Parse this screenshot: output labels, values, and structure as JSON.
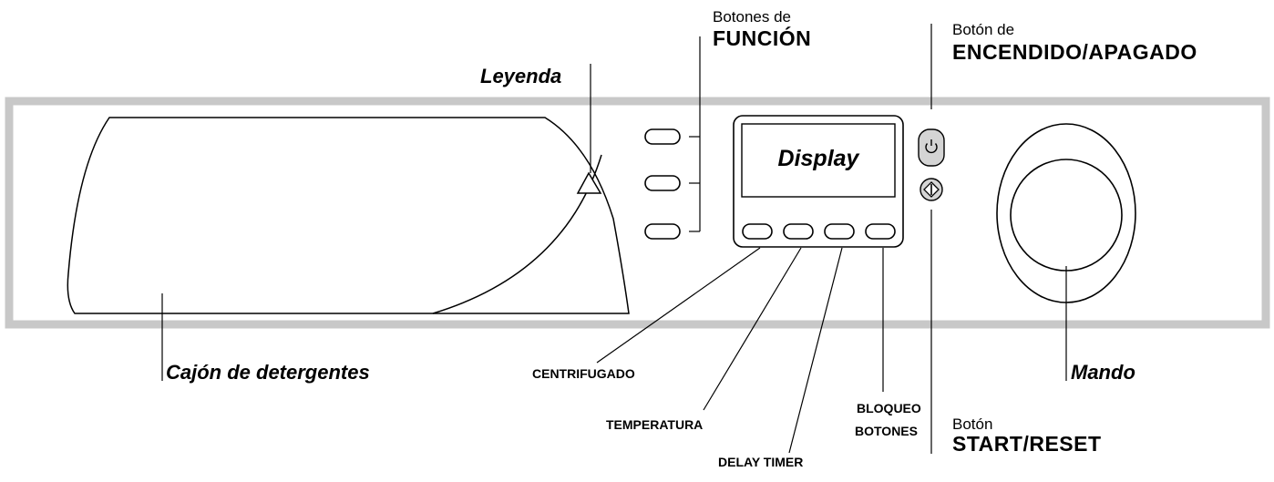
{
  "labels": {
    "leyenda": "Leyenda",
    "display": "Display",
    "botones_funcion_line1": "Botones de",
    "botones_funcion_line2": "FUNCIÓN",
    "encendido_line1": "Botón de",
    "encendido_line2": "ENCENDIDO/APAGADO",
    "cajon": "Cajón de detergentes",
    "centrifugado": "CENTRIFUGADO",
    "temperatura": "TEMPERATURA",
    "delay_timer": "DELAY TIMER",
    "bloqueo_line1": "BLOQUEO",
    "bloqueo_line2": "BOTONES",
    "start_line1": "Botón",
    "start_line2": "START/RESET",
    "mando": "Mando"
  },
  "icons": {
    "power": "power-icon",
    "start_reset": "start-reset-icon"
  },
  "colors": {
    "panel_frame": "#c8c8c8",
    "power_button_fill": "#d4d4d4",
    "line": "#000000"
  }
}
